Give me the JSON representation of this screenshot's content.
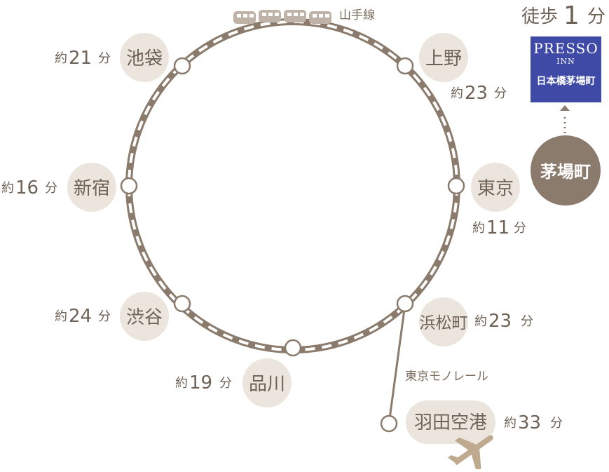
{
  "header": {
    "walk_prefix": "徒歩",
    "walk_minutes": "1",
    "walk_unit": "分"
  },
  "hotel": {
    "brand": "PRESSO",
    "sub": "INN",
    "name": "日本橋茅場町"
  },
  "hub": {
    "label": "茅場町"
  },
  "line": {
    "yamanote": "山手線",
    "monorail": "東京モノレール"
  },
  "stations": {
    "ikebukuro": {
      "name": "池袋",
      "prefix": "約",
      "minutes": "21",
      "unit": "分"
    },
    "ueno": {
      "name": "上野",
      "prefix": "約",
      "minutes": "23",
      "unit": "分"
    },
    "shinjuku": {
      "name": "新宿",
      "prefix": "約",
      "minutes": "16",
      "unit": "分"
    },
    "tokyo": {
      "name": "東京",
      "prefix": "約",
      "minutes": "11",
      "unit": "分"
    },
    "shibuya": {
      "name": "渋谷",
      "prefix": "約",
      "minutes": "24",
      "unit": "分"
    },
    "hamamatsucho": {
      "name": "浜松町",
      "prefix": "約",
      "minutes": "23",
      "unit": "分"
    },
    "shinagawa": {
      "name": "品川",
      "prefix": "約",
      "minutes": "19",
      "unit": "分"
    },
    "haneda": {
      "name": "羽田空港",
      "prefix": "約",
      "minutes": "33",
      "unit": "分"
    }
  },
  "colors": {
    "track": "#8b7b6d",
    "bubble": "#ece5de",
    "hub": "#8b7b6d",
    "hotel": "#3f4aa7"
  },
  "icons": {
    "train": "train-icon",
    "airplane": "airplane-icon"
  }
}
